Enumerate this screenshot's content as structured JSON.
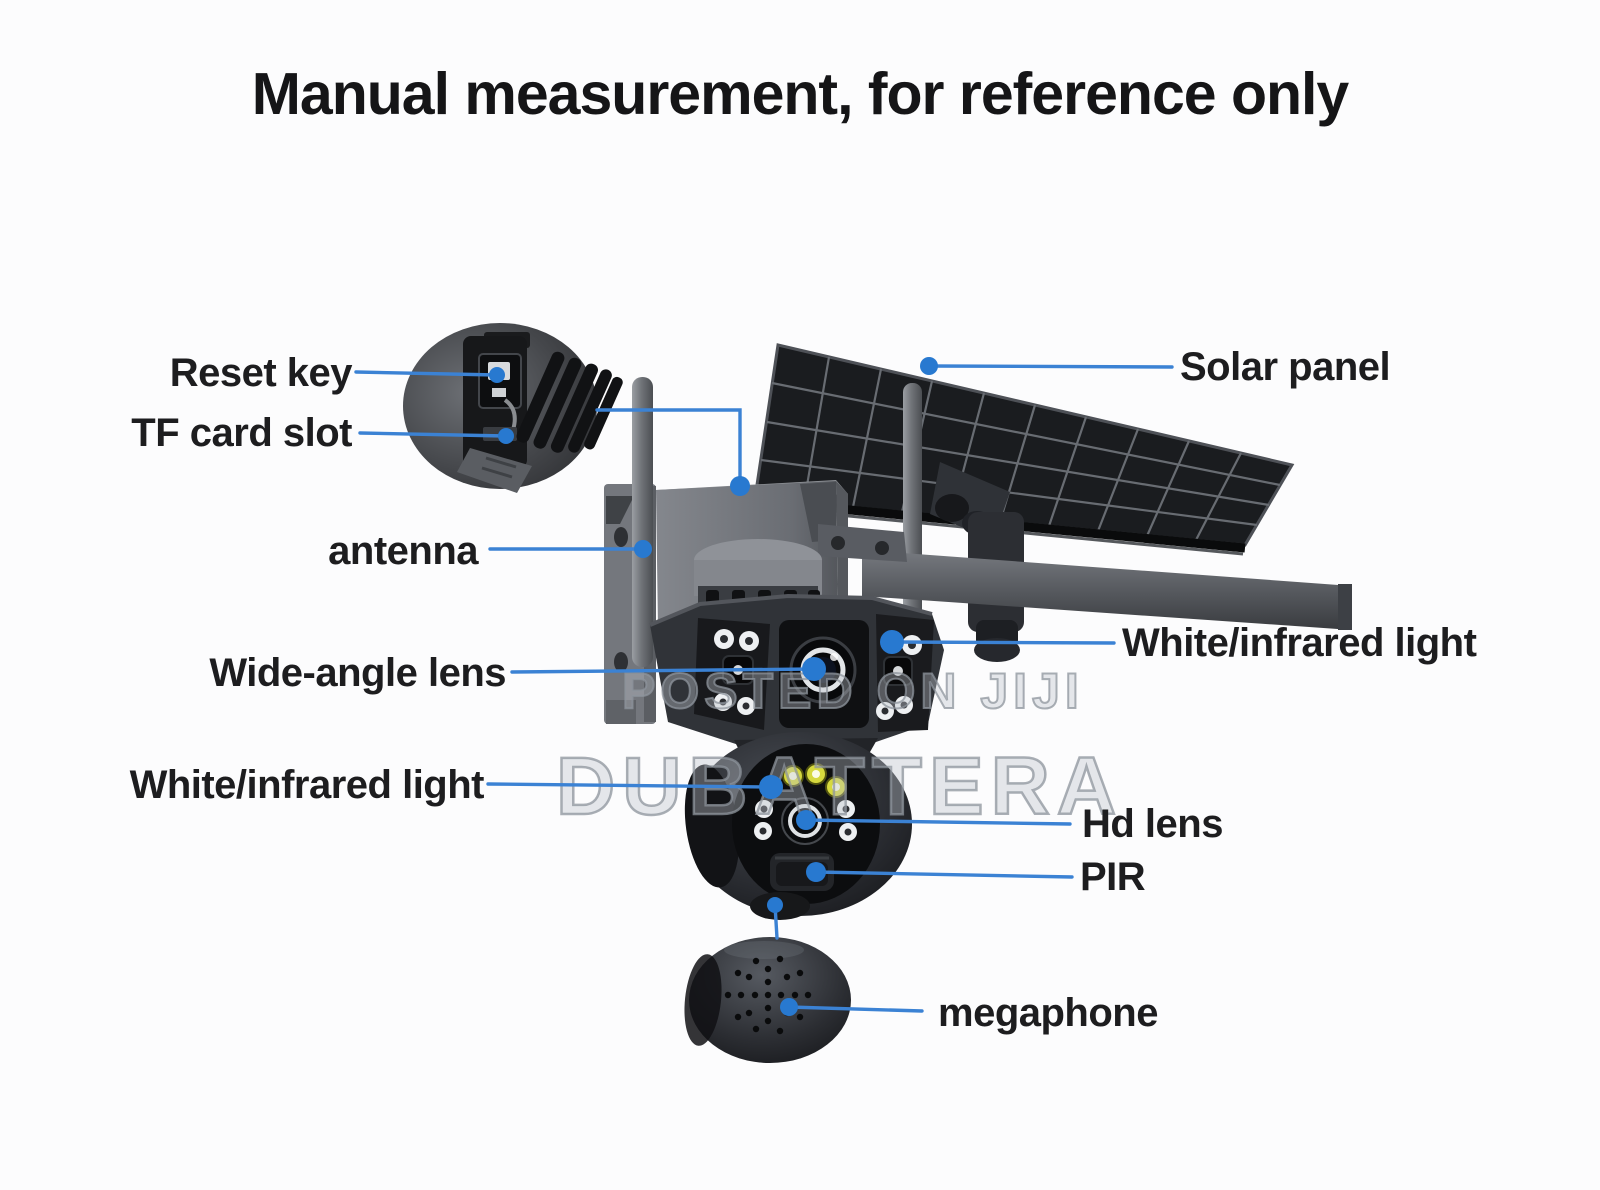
{
  "title": "Manual measurement, for reference only",
  "watermarks": {
    "line1": "POSTED ON JIJI",
    "line2": "DUBATTERA"
  },
  "labels": {
    "reset_key": "Reset key",
    "tf_card_slot": "TF card slot",
    "antenna": "antenna",
    "wide_angle_lens": "Wide-angle lens",
    "white_infrared_left": "White/infrared light",
    "solar_panel": "Solar panel",
    "white_infrared_right": "White/infrared light",
    "hd_lens": "Hd lens",
    "pir": "PIR",
    "megaphone": "megaphone"
  },
  "colors": {
    "leader_line": "#3b82d4",
    "marker_dot": "#2879d0",
    "label_text": "#1d1d1f",
    "title_text": "#151517",
    "watermark": "#8e949c",
    "background": "#fcfcfd"
  }
}
